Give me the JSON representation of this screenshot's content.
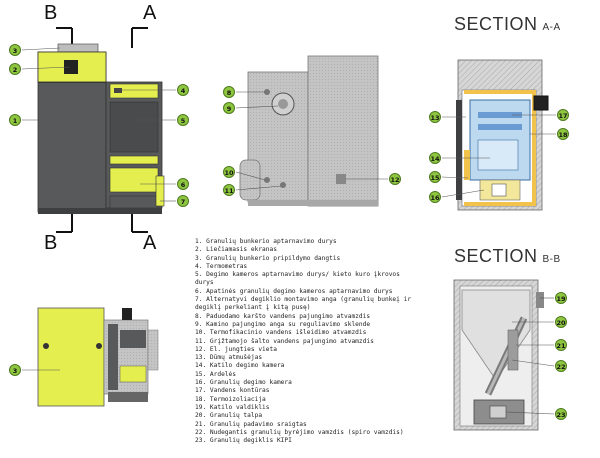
{
  "sections": {
    "aa": {
      "label": "SECTION",
      "suffix": "A-A"
    },
    "bb": {
      "label": "SECTION",
      "suffix": "B-B"
    }
  },
  "cut_marks": {
    "b_top": "B",
    "a_top": "A",
    "b_bottom": "B",
    "a_bottom": "A"
  },
  "colors": {
    "body": "#58595b",
    "yellow": "#e4ee4f",
    "callout": "#8fc63f",
    "shell": "#c9c9c9",
    "water": "#bcd9ef",
    "insulation": "#f2c34a"
  },
  "callouts": {
    "c1": "1",
    "c2": "2",
    "c3": "3",
    "c4": "4",
    "c5": "5",
    "c6": "6",
    "c7": "7",
    "c8": "8",
    "c9": "9",
    "c10": "10",
    "c11": "11",
    "c12": "12",
    "c13": "13",
    "c14": "14",
    "c15": "15",
    "c16": "16",
    "c17": "17",
    "c18": "18",
    "c19": "19",
    "c20": "20",
    "c21": "21",
    "c22": "22",
    "c23": "23",
    "c3b": "3"
  },
  "legend": [
    "1. Granulių bunkerio aptarnavimo durys",
    "2. Liečiamasis ekranas",
    "3. Granulių bunkerio pripildymo dangtis",
    "4. Termometras",
    "5. Degimo kameros aptarnavimo durys/ kieto kuro įkrovos durys",
    "6. Apatinės granulių degimo kameros aptarnavimo durys",
    "7. Alternatyvi degiklio montavimo anga (granulių bunkeį ir degiklį perkeliant į kitą pusę)",
    "8. Paduodamo karšto vandens pajungimo atvamzdis",
    "9. Kamino pajungimo anga su reguliavimo sklende",
    "10. Termofikacinio vandens išleidimo atvamzdis",
    "11. Grįžtamojo šalto vandens pajungimo atvamzdis",
    "12. El. jungties vieta",
    "13. Dūmų atmušėjas",
    "14. Katilo degimo kamera",
    "15. Ardelės",
    "16. Granulių degimo kamera",
    "17. Vandens kontūras",
    "18. Termoizoliacija",
    "19. Katilo valdiklis",
    "20. Granulių talpa",
    "21. Granulių padavimo sraigtas",
    "22. Nudegantis granulių byrėjimo vamzdis (spiro vamzdis)",
    "23. Granulių degiklis KIPI"
  ]
}
